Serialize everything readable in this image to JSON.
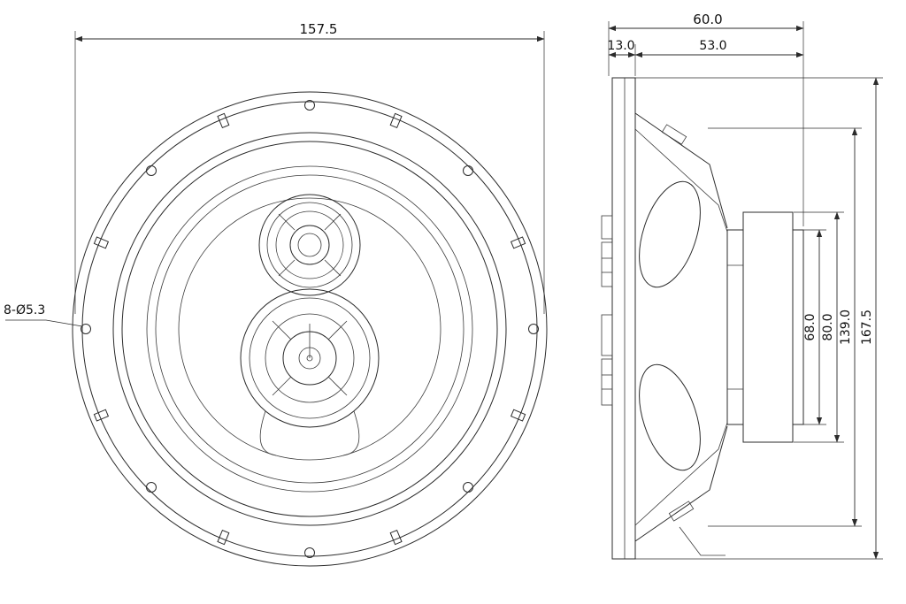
{
  "drawing": {
    "front": {
      "outer_diameter": "157.5",
      "mounting_holes": "8-Ø5.3"
    },
    "side": {
      "total_depth": "60.0",
      "flange_depth": "13.0",
      "body_depth": "53.0",
      "magnet_plate_diameter": "68.0",
      "magnet_diameter": "80.0",
      "basket_diameter": "139.0",
      "overall_diameter": "167.5"
    }
  }
}
